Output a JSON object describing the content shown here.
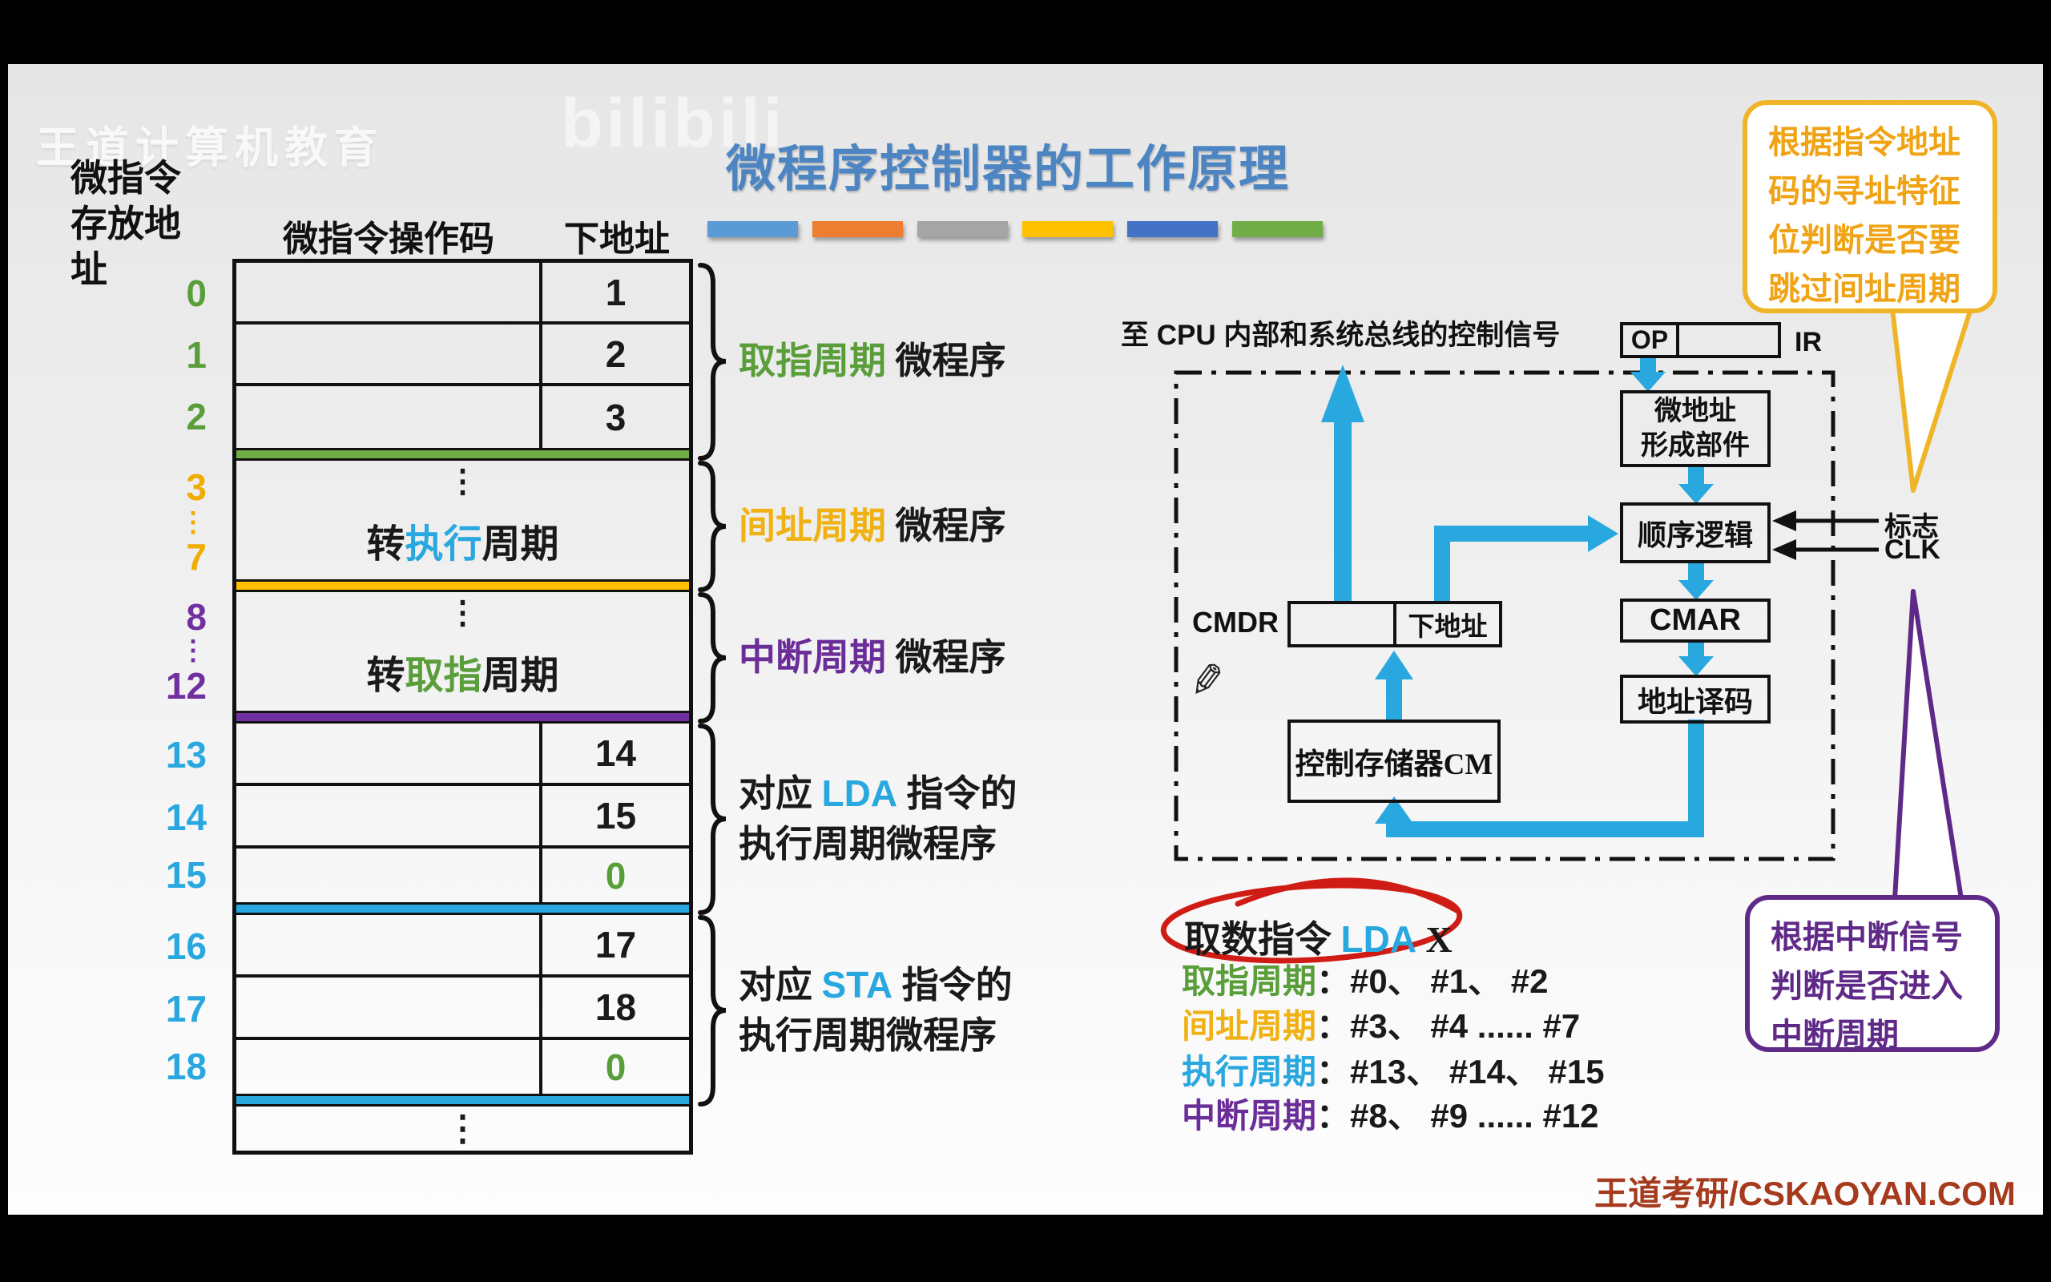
{
  "watermarks": {
    "top_left": "王道计算机教育",
    "bilibili": "bilibili",
    "footer": "王道考研/CSKAOYAN.COM"
  },
  "title": "微程序控制器的工作原理",
  "left_panel": {
    "storage_addr_label": "微指令\n存放地\n址",
    "opcode_header": "微指令操作码",
    "next_addr_header": "下地址",
    "rows_fetch": [
      {
        "addr": "0",
        "next": "1"
      },
      {
        "addr": "1",
        "next": "2"
      },
      {
        "addr": "2",
        "next": "3"
      }
    ],
    "row_exec_jump": {
      "addr_top": "3",
      "addr_dots": "⋮",
      "addr_bottom": "7",
      "cell_dots": "⋮",
      "pre": "转",
      "colored": "执行",
      "post": "周期"
    },
    "row_fetch_jump": {
      "addr_top": "8",
      "addr_dots": "⋮",
      "addr_bottom": "12",
      "cell_dots": "⋮",
      "pre": "转",
      "colored": "取指",
      "post": "周期"
    },
    "rows_lda": [
      {
        "addr": "13",
        "next": "14"
      },
      {
        "addr": "14",
        "next": "15"
      },
      {
        "addr": "15",
        "next": "0"
      }
    ],
    "rows_sta": [
      {
        "addr": "16",
        "next": "17"
      },
      {
        "addr": "17",
        "next": "18"
      },
      {
        "addr": "18",
        "next": "0"
      }
    ],
    "last_row_dots": "⋮"
  },
  "braces": {
    "fetch": {
      "colored": "取指周期",
      "rest": " 微程序"
    },
    "indirect": {
      "colored": "间址周期",
      "rest": " 微程序"
    },
    "interrupt": {
      "colored": "中断周期",
      "rest": " 微程序"
    },
    "lda": {
      "l1a": "对应 ",
      "l1b": "LDA",
      "l1c": " 指令的",
      "l2": "执行周期微程序"
    },
    "sta": {
      "l1a": "对应 ",
      "l1b": "STA",
      "l1c": " 指令的",
      "l2": "执行周期微程序"
    }
  },
  "diagram": {
    "bus_label": "至 CPU 内部和系统总线的控制信号",
    "op_field": "OP",
    "ir_label": "IR",
    "micro_addr_former": "微地址\n形成部件",
    "sequence_logic": "顺序逻辑",
    "cmar": "CMAR",
    "addr_decoder": "地址译码",
    "cmdr_label": "CMDR",
    "next_addr_field": "下地址",
    "control_memory": "控制存储器CM",
    "flag_label": "标志",
    "clk_label": "CLK",
    "pencil_icon": "✎"
  },
  "callouts": {
    "yellow_text": "根据指令地址\n码的寻址特征\n位判断是否要\n跳过间址周期",
    "purple_text": "根据中断信号\n判断是否进入\n中断周期"
  },
  "bottom": {
    "instr_pre": "取数指令 ",
    "instr_op": "LDA",
    "instr_post": " X",
    "cycles": [
      {
        "label": "取指周期",
        "values": "：#0、 #1、 #2"
      },
      {
        "label": "间址周期",
        "values": "：#3、 #4 ...... #7"
      },
      {
        "label": "执行周期",
        "values": "：#13、 #14、 #15"
      },
      {
        "label": "中断周期",
        "values": "：#8、 #9 ...... #12"
      }
    ]
  },
  "colors": {
    "title_blue": "#4d85c3",
    "accent_blue": "#29a8e0",
    "green": "#5a9e3c",
    "yellow": "#f0ad00",
    "purple": "#7030a0",
    "bar_blue": "#5b9bd5",
    "bar_orange": "#ed7d31",
    "bar_gray": "#a5a5a5",
    "bar_yellow": "#ffc000",
    "bar_dark_blue": "#4472c4",
    "bar_green": "#70ad47",
    "callout_yellow": "#f0b429",
    "callout_purple": "#5f2a87",
    "red_annotation": "#cf1d15",
    "footer_red": "#a63a1d"
  }
}
